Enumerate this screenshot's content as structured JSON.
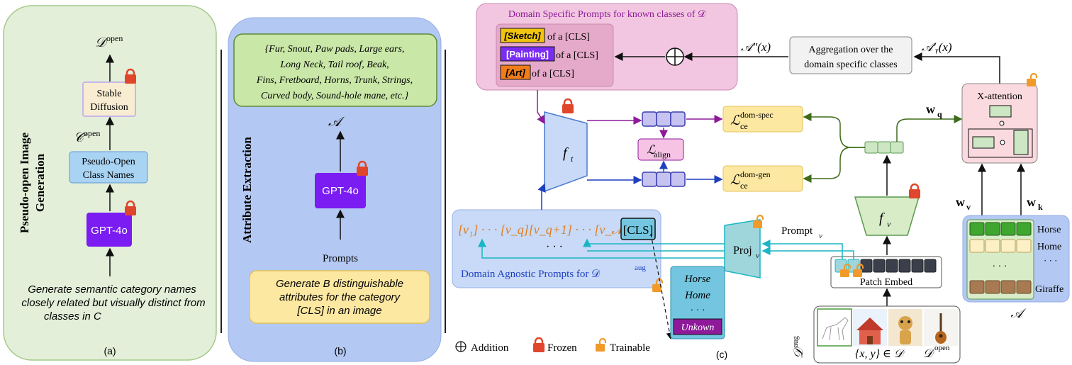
{
  "panel_a": {
    "output_label": "𝒟",
    "output_sup": "open",
    "stable_diffusion": [
      "Stable",
      "Diffusion"
    ],
    "c_open_label": "𝒞",
    "c_open_sup": "open",
    "pseudo_names": [
      "Pseudo-Open",
      "Class Names"
    ],
    "gpt": "GPT-4o",
    "side_title": [
      "Pseudo-open Image",
      "Generation"
    ],
    "instruction": [
      "Generate semantic category names",
      "closely related but visually distinct from",
      "classes in C"
    ],
    "caption": "(a)"
  },
  "panel_b": {
    "side_title": "Attribute Extraction",
    "attributes": [
      "{Fur, Snout, Paw pads, Large ears,",
      "Long Neck, Tail roof, Beak,",
      "Fins,  Fretboard, Horns, Trunk, Strings,",
      "Curved body, Sound-hole mane, etc.}"
    ],
    "a_label": "𝒜",
    "gpt": "GPT-4o",
    "prompts": "Prompts",
    "instruction": [
      "Generate B distinguishable",
      "attributes for the category",
      "[CLS] in an image"
    ],
    "caption": "(b)"
  },
  "panel_c": {
    "dsp_title": "Domain Specific Prompts for known classes of 𝒟",
    "dsp_rows": [
      {
        "tag": "[Sketch]",
        "rest": " of a [CLS]",
        "color": "#f1c40f"
      },
      {
        "tag": "[Painting]",
        "rest": " of a [CLS]",
        "color": "#7b2cf5"
      },
      {
        "tag": "[Art]",
        "rest": " of a [CLS]",
        "color": "#f07d1a"
      }
    ],
    "a_double": "𝒜″(x)",
    "aggregation": [
      "Aggregation over the",
      "domain specific classes"
    ],
    "a_prime": "𝒜′ᵧ(x)",
    "ft": "f",
    "ft_sub": "t",
    "l_align": "ℒ",
    "l_align_sub": "align",
    "l_spec": "ℒ",
    "l_spec_sup": "dom-spec",
    "l_spec_sub": "ce",
    "l_gen": "ℒ",
    "l_gen_sup": "dom-gen",
    "l_gen_sub": "ce",
    "wq": "w",
    "wq_sub": "q",
    "xattn": "X-attention",
    "fv": "f",
    "fv_sub": "v",
    "wv": "w",
    "wv_sub": "v",
    "wk": "w",
    "wk_sub": "k",
    "classes": [
      "Horse",
      "Home",
      "· · ·",
      "Giraffe"
    ],
    "a_label": "𝒜",
    "prompt_tokens": "[v₁] · · · [v_q][v_q+1] · · · [v_𝓜]",
    "cls": "[CLS]",
    "dots": "· · ·",
    "proj": "Proj",
    "proj_sub": "v",
    "prompt_v": "Prompt",
    "prompt_v_sub": "v",
    "dap_label": "Domain Agnostic Prompts for 𝒟",
    "dap_sup": "aug",
    "unknown_box": [
      "Horse",
      "Home",
      "· · ·",
      "Unkown"
    ],
    "patch_embed": "Patch Embed",
    "d_aug": "𝒟",
    "d_aug_sup": "aug",
    "set_label": "{x, y} ∈ 𝒟",
    "d_open": "𝒟",
    "d_open_sup": "open",
    "legend": {
      "addition": "Addition",
      "frozen": "Frozen",
      "trainable": "Trainable"
    },
    "caption": "(c)"
  },
  "colors": {
    "panel_a_bg": "#e3efd9",
    "panel_b_bg": "#b3c8f2",
    "dsp_bg": "#f2c6e0",
    "gpt": "#7a1cf2",
    "lock_red": "#e0462b",
    "lock_orange": "#f19a2a"
  }
}
